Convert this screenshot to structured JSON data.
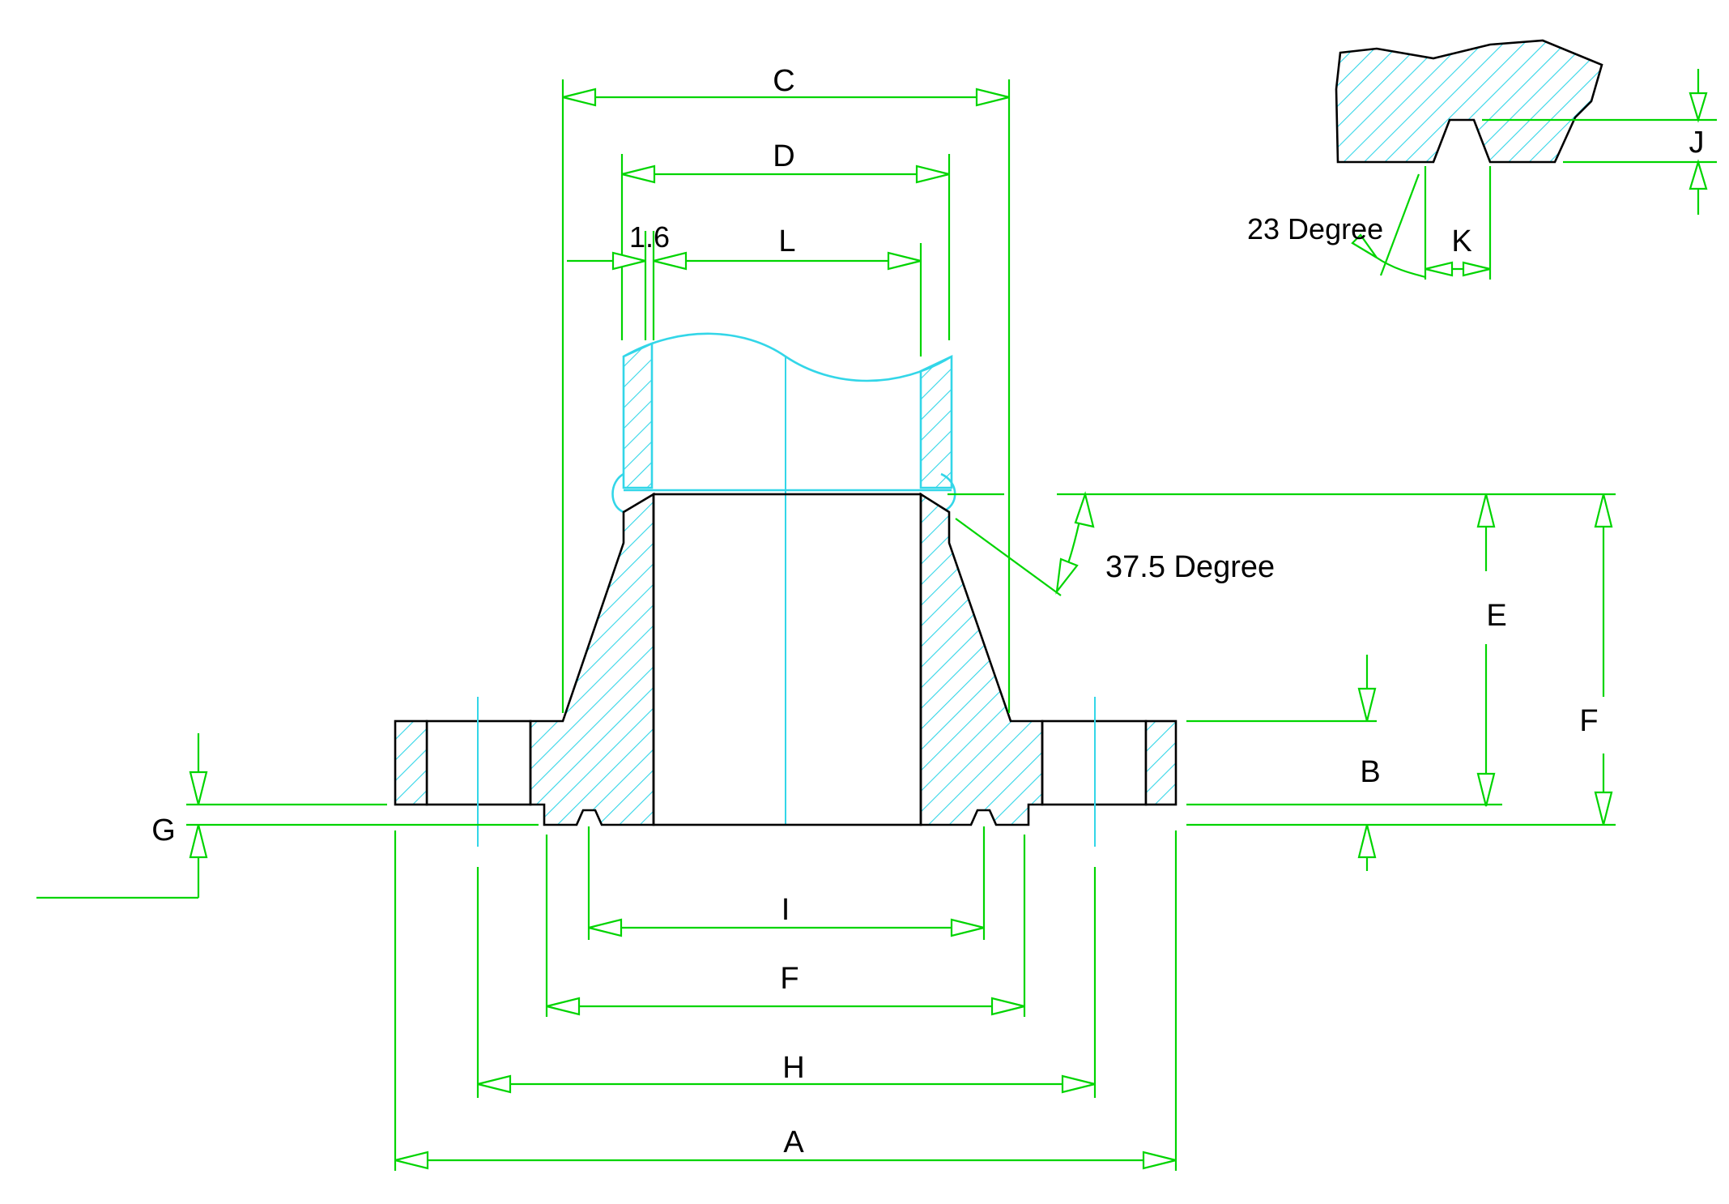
{
  "colors": {
    "dimension_lines": "#00d400",
    "hatch": "#33d6e8",
    "outline": "#000000",
    "text": "#000000"
  },
  "labels": {
    "a": "A",
    "b": "B",
    "c": "C",
    "d": "D",
    "e": "E",
    "f_vertical": "F",
    "f_horizontal": "F",
    "g": "G",
    "h": "H",
    "i": "I",
    "j": "J",
    "k": "K",
    "l": "L",
    "gap": "1.6",
    "bevel_angle": "37.5 Degree",
    "groove_angle": "23 Degree"
  }
}
